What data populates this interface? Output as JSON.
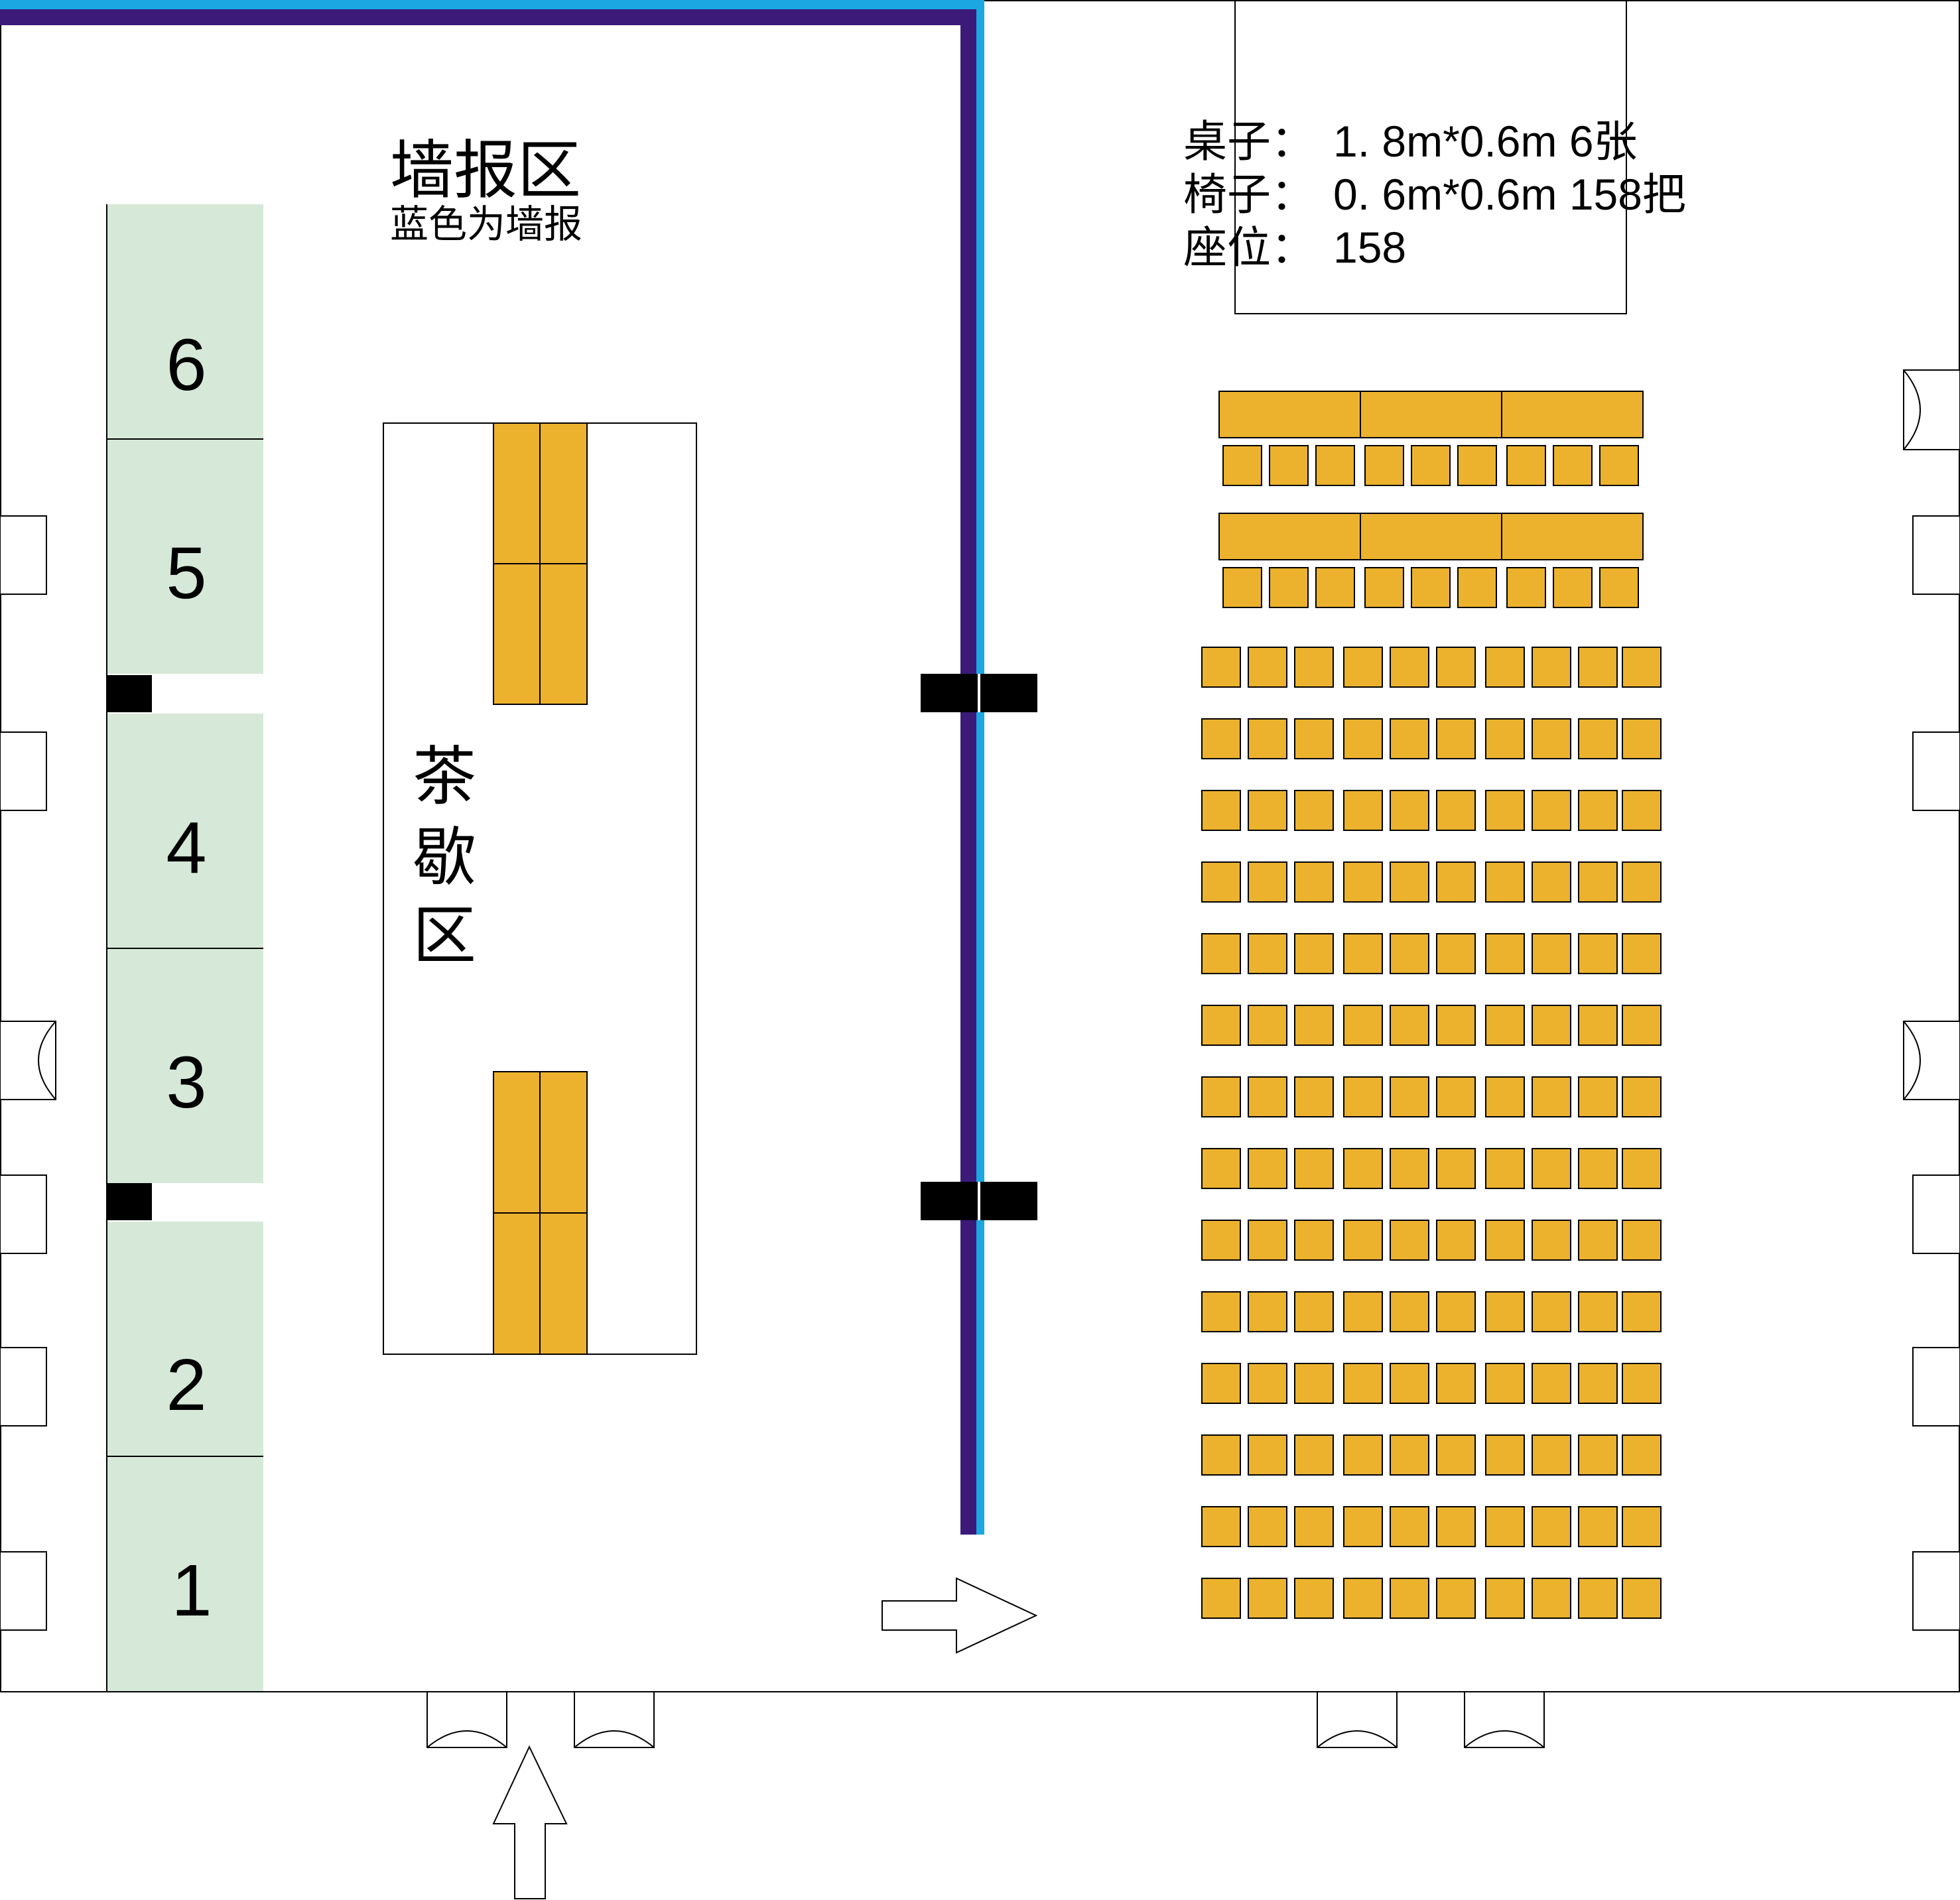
{
  "poster_area": {
    "title": "墙报区",
    "subtitle": "蓝色为墙报"
  },
  "tea_break_area": {
    "label_chars": [
      "茶",
      "歇",
      "区"
    ]
  },
  "stage_info": {
    "lines": [
      {
        "label": "桌子：",
        "value": "1. 8m*0.6m 6张"
      },
      {
        "label": "椅子：",
        "value": "0. 6m*0.6m 158把"
      },
      {
        "label": "座位：",
        "value": "158"
      }
    ]
  },
  "booths": [
    {
      "number": "6"
    },
    {
      "number": "5"
    },
    {
      "number": "4"
    },
    {
      "number": "3"
    },
    {
      "number": "2"
    },
    {
      "number": "1"
    }
  ],
  "seating": {
    "head_table_rows": 2,
    "tables_per_head_row": 3,
    "chairs_behind_each_head_row": 9,
    "chair_rows": 14,
    "chairs_per_row": 10,
    "total_chairs": 158,
    "total_tables": 6
  },
  "colors": {
    "furniture": "#ecb22e",
    "booth": "#d6e9d8",
    "wall_dark": "#3b1a7a",
    "wall_light": "#1aa7e2",
    "pillar": "#000000"
  }
}
